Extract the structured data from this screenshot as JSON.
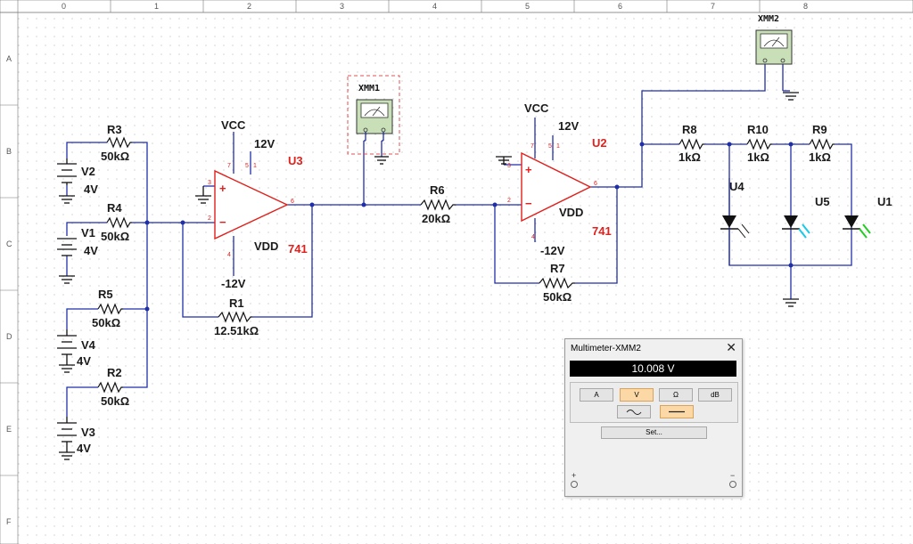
{
  "ruler": {
    "columns": [
      "0",
      "1",
      "2",
      "3",
      "4",
      "5",
      "6",
      "7",
      "8"
    ],
    "rows": [
      "A",
      "B",
      "C",
      "D",
      "E",
      "F"
    ]
  },
  "components": {
    "R3": {
      "name": "R3",
      "value": "50kΩ"
    },
    "R4": {
      "name": "R4",
      "value": "50kΩ"
    },
    "R5": {
      "name": "R5",
      "value": "50kΩ"
    },
    "R2": {
      "name": "R2",
      "value": "50kΩ"
    },
    "R1": {
      "name": "R1",
      "value": "12.51kΩ"
    },
    "R6": {
      "name": "R6",
      "value": "20kΩ"
    },
    "R7": {
      "name": "R7",
      "value": "50kΩ"
    },
    "R8": {
      "name": "R8",
      "value": "1kΩ"
    },
    "R10": {
      "name": "R10",
      "value": "1kΩ"
    },
    "R9": {
      "name": "R9",
      "value": "1kΩ"
    },
    "V2": {
      "name": "V2",
      "value": "4V"
    },
    "V1": {
      "name": "V1",
      "value": "4V"
    },
    "V4": {
      "name": "V4",
      "value": "4V"
    },
    "V3": {
      "name": "V3",
      "value": "4V"
    },
    "U3": {
      "name": "U3",
      "model": "741",
      "vcc": "VCC",
      "vcc_value": "12V",
      "vdd": "VDD",
      "vdd_value": "-12V"
    },
    "U2": {
      "name": "U2",
      "model": "741",
      "vcc": "VCC",
      "vcc_value": "12V",
      "vdd": "VDD",
      "vdd_value": "-12V"
    },
    "U4": {
      "name": "U4"
    },
    "U5": {
      "name": "U5"
    },
    "U1": {
      "name": "U1"
    },
    "XMM1": {
      "name": "XMM1"
    },
    "XMM2": {
      "name": "XMM2"
    }
  },
  "pins": {
    "p1": "1",
    "p2": "2",
    "p3": "3",
    "p4": "4",
    "p5": "5",
    "p6": "6",
    "p7": "7",
    "plus": "+",
    "minus": "−"
  },
  "colors": {
    "wire": "#1f2fa8",
    "opamp": "#e0201c",
    "led_cyan": "#19c9e6",
    "led_green": "#22cc22",
    "probe_border": "#e05050"
  },
  "multimeter": {
    "title": "Multimeter-XMM2",
    "close": "✕",
    "reading": "10.008 V",
    "modes": [
      {
        "label": "A"
      },
      {
        "label": "V"
      },
      {
        "label": "Ω"
      },
      {
        "label": "dB"
      }
    ],
    "selected_mode": "V",
    "ac_icon": "ac-sine-icon",
    "dc_icon": "dc-line-icon",
    "selected_coupling": "dc",
    "set_label": "Set...",
    "terminal_plus": "+",
    "terminal_minus": "−"
  }
}
